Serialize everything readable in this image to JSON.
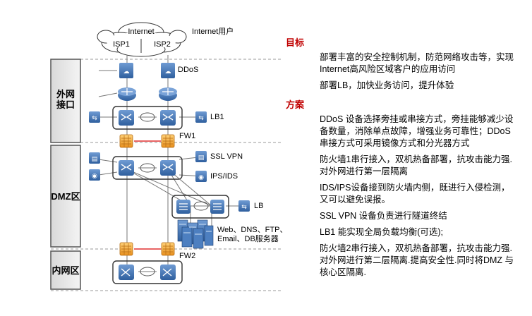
{
  "diagram": {
    "internet": "Internet",
    "internet_user": "Internet用户",
    "isp1": "ISP1",
    "isp2": "ISP2",
    "zones": {
      "outer": "外网\n接口",
      "dmz": "DMZ区",
      "inner": "内网区"
    },
    "labels": {
      "ddos": "DDoS",
      "lb1": "LB1",
      "fw1": "FW1",
      "sslvpn": "SSL VPN",
      "idsips": "IPS/IDS",
      "lb": "LB",
      "servers": "Web、DNS、FTP、\nEmail、DB服务器",
      "fw2": "FW2"
    },
    "colors": {
      "device_blue": "#3a6aa8",
      "firewall": "#f0a02a",
      "zone_box": "#5a5a5a",
      "link_red": "#e03030"
    }
  },
  "right": {
    "goal_title": "目标",
    "goal_items": [
      "部署丰富的安全控制机制，防范网络攻击等，实现Internet高风险区域客户的应用访问",
      "部署LB，加快业务访问，提升体验"
    ],
    "plan_title": "方案",
    "plan_items": [
      "DDoS 设备选择旁挂或串接方式，旁挂能够减少设备数量，消除单点故障，增强业务可靠性；DDoS 串接方式可采用镜像方式和分光器方式",
      "防火墙1串行接入，双机热备部署，抗攻击能力强.对外网进行第一层隔离",
      "IDS/IPS设备接到防火墙内侧，既进行入侵检测，又可以避免误报。",
      "SSL VPN 设备负责进行隧道终结",
      "LB1 能实现全局负载均衡(可选);",
      "防火墙2串行接入，双机热备部署，抗攻击能力强.对外网进行第二层隔离.提高安全性.同时将DMZ 与核心区隔离."
    ]
  }
}
